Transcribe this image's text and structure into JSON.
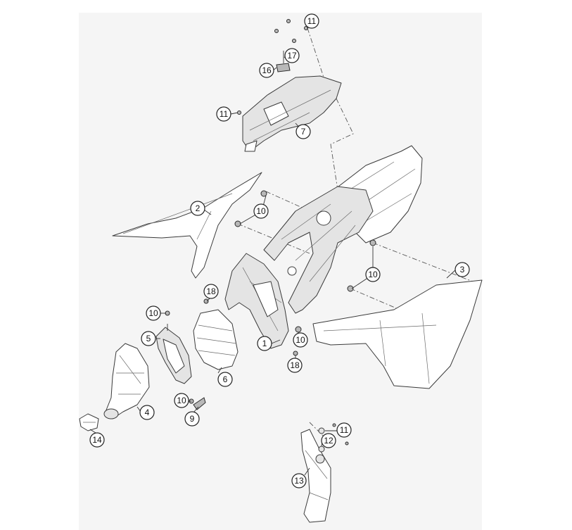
{
  "callouts": [
    {
      "id": "c11a",
      "label": "11"
    },
    {
      "id": "c17",
      "label": "17"
    },
    {
      "id": "c16",
      "label": "16"
    },
    {
      "id": "c11b",
      "label": "11"
    },
    {
      "id": "c7",
      "label": "7"
    },
    {
      "id": "c2",
      "label": "2"
    },
    {
      "id": "c10a",
      "label": "10"
    },
    {
      "id": "c3",
      "label": "3"
    },
    {
      "id": "c10b",
      "label": "10"
    },
    {
      "id": "c18a",
      "label": "18"
    },
    {
      "id": "c10c",
      "label": "10"
    },
    {
      "id": "c5",
      "label": "5"
    },
    {
      "id": "c1",
      "label": "1"
    },
    {
      "id": "c10d",
      "label": "10"
    },
    {
      "id": "c18b",
      "label": "18"
    },
    {
      "id": "c6",
      "label": "6"
    },
    {
      "id": "c4",
      "label": "4"
    },
    {
      "id": "c10e",
      "label": "10"
    },
    {
      "id": "c9",
      "label": "9"
    },
    {
      "id": "c14",
      "label": "14"
    },
    {
      "id": "c11c",
      "label": "11"
    },
    {
      "id": "c12",
      "label": "12"
    },
    {
      "id": "c13",
      "label": "13"
    }
  ]
}
